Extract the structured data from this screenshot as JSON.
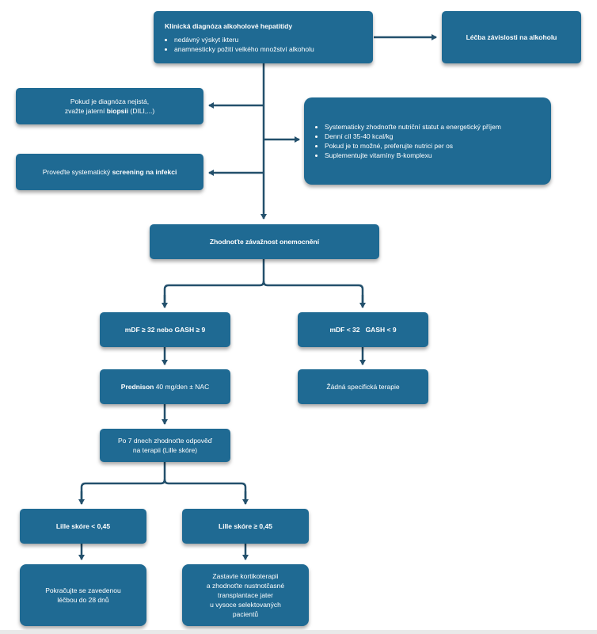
{
  "nodes": {
    "diagnosis": {
      "title": "Klinická diagnóza alkoholové hepatitidy",
      "bullets": [
        "nedávný výskyt ikteru",
        "anamnesticky požití velkého množství alkoholu"
      ]
    },
    "dependence": {
      "text": "Léčba závislosti na alkoholu"
    },
    "biopsy": {
      "line1": "Pokud je diagnóza nejistá,",
      "line2_pre": "zvažte jaterní ",
      "line2_bold": "biopsii",
      "line2_post": " (DILI,...)"
    },
    "screening": {
      "pre": "Proveďte systematický ",
      "bold": "screening na infekci"
    },
    "nutrition": {
      "bullets": [
        "Systematicky zhodnoťte nutriční statut a energetický příjem",
        "Denní cíl 35-40 kcal/kg",
        "Pokud je to možné, preferujte nutrici per os",
        "Suplementujte vitamíny B-komplexu"
      ]
    },
    "severity": {
      "text": "Zhodnoťte závažnost onemocnění"
    },
    "severe": {
      "text": "mDF ≥ 32 nebo GASH ≥ 9"
    },
    "mild": {
      "text": "mDF < 32   GASH < 9"
    },
    "prednison": {
      "bold": "Prednison",
      "rest": " 40 mg/den ± NAC"
    },
    "no_therapy": {
      "text": "Žádná specifická terapie"
    },
    "evaluate": {
      "line1": "Po 7 dnech zhodnoťte odpověď",
      "line2": "na terapii (Lille skóre)"
    },
    "lille_low": {
      "text": "Lille skóre < 0,45"
    },
    "lille_high": {
      "text": "Lille skóre ≥ 0,45"
    },
    "continue": {
      "line1": "Pokračujte se zavedenou",
      "line2": "léčbou do 28 dnů"
    },
    "stop": {
      "lines": [
        "Zastavte kortikoterapii",
        "a zhodnoťte nustnotčasné",
        "transplantace jater",
        "u vysoce selektovaných",
        "pacientů"
      ]
    }
  },
  "colors": {
    "box": "#1f6a93",
    "arrow": "#23506c",
    "text": "#ffffff"
  }
}
